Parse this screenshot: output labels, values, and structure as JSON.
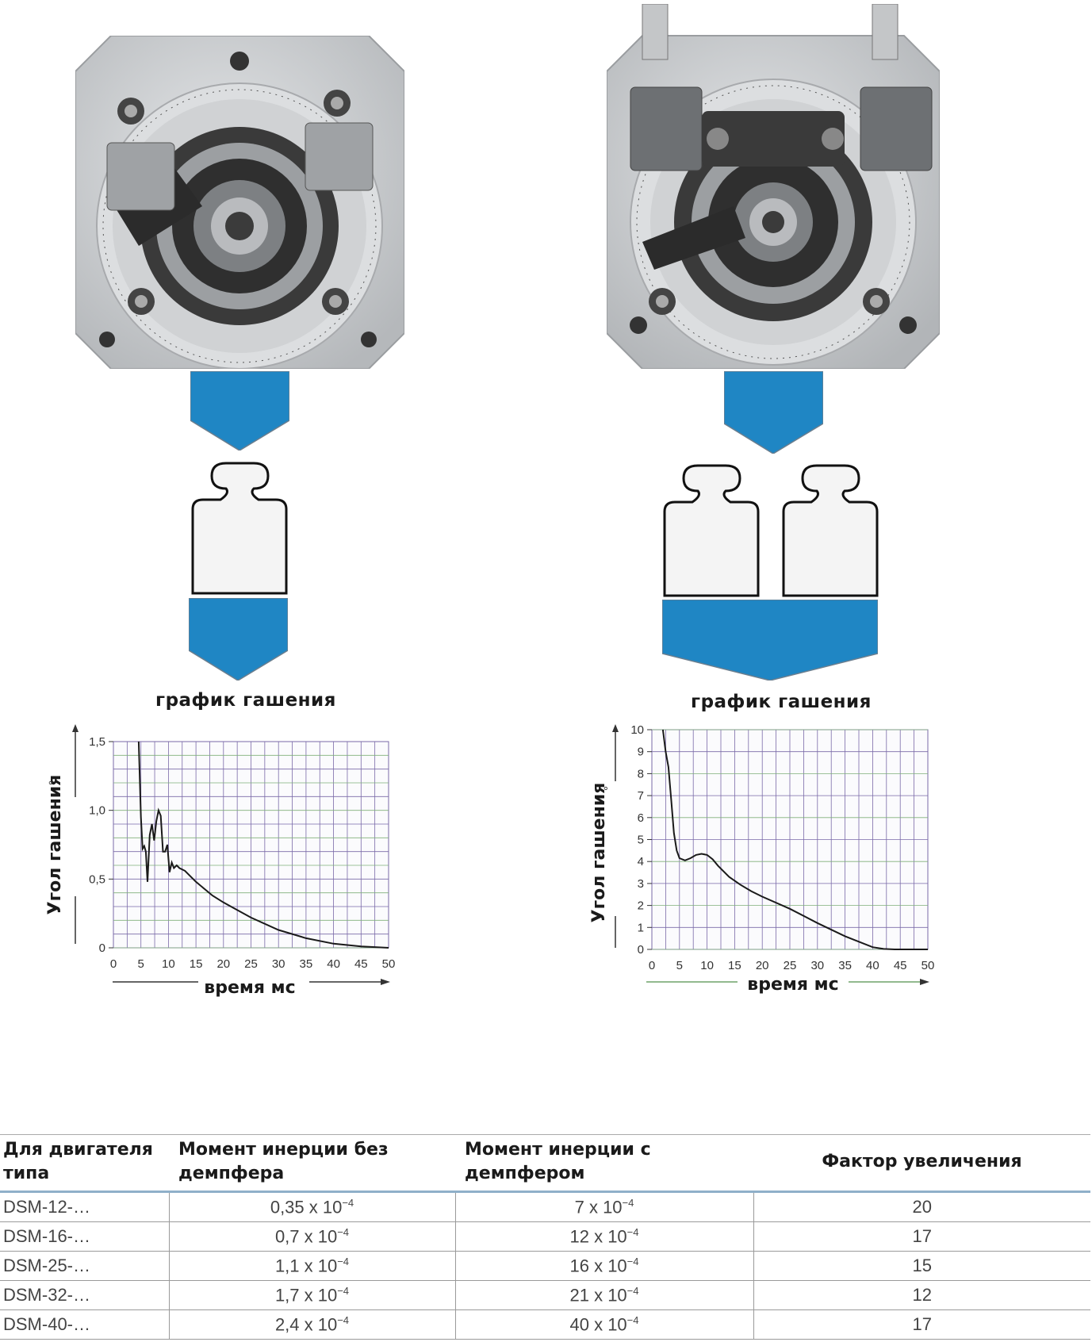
{
  "left_panel": {
    "caption": "график гашения",
    "chart": {
      "ylabel": "Угол гашения",
      "yunit": "°",
      "xlabel": "время мс"
    }
  },
  "right_panel": {
    "caption": "график гашения",
    "chart": {
      "ylabel": "Угол гашения",
      "yunit": "°",
      "xlabel": "время мс"
    }
  },
  "chart_data": [
    {
      "type": "line",
      "title": "график гашения",
      "xlabel": "время мс",
      "ylabel": "Угол гашения °",
      "xlim": [
        0,
        50
      ],
      "ylim": [
        0,
        1.5
      ],
      "xticks": [
        "0",
        "5",
        "10",
        "15",
        "20",
        "25",
        "30",
        "35",
        "40",
        "45",
        "50"
      ],
      "yticks": [
        "0",
        "0,5",
        "1,0",
        "1,5"
      ],
      "grid": true,
      "series": [
        {
          "x": [
            4.6,
            5.0,
            5.3,
            5.6,
            5.9,
            6.2,
            6.6,
            7.0,
            7.4,
            7.8,
            8.2,
            8.6,
            9.0,
            9.4,
            9.8,
            10.2,
            10.6,
            11.0,
            11.5,
            12.0,
            13,
            15,
            18,
            20,
            25,
            30,
            35,
            40,
            45,
            50
          ],
          "y": [
            1.5,
            0.95,
            0.72,
            0.74,
            0.7,
            0.48,
            0.82,
            0.9,
            0.78,
            0.92,
            1.0,
            0.96,
            0.7,
            0.7,
            0.75,
            0.55,
            0.62,
            0.58,
            0.6,
            0.58,
            0.56,
            0.48,
            0.38,
            0.33,
            0.22,
            0.13,
            0.07,
            0.03,
            0.01,
            0.0
          ]
        }
      ]
    },
    {
      "type": "line",
      "title": "график гашения",
      "xlabel": "время мс",
      "ylabel": "Угол гашения °",
      "xlim": [
        0,
        50
      ],
      "ylim": [
        0,
        10
      ],
      "xticks": [
        "0",
        "5",
        "10",
        "15",
        "20",
        "25",
        "30",
        "35",
        "40",
        "45",
        "50"
      ],
      "yticks": [
        "0",
        "1",
        "2",
        "3",
        "4",
        "5",
        "6",
        "7",
        "8",
        "9",
        "10"
      ],
      "grid": true,
      "series": [
        {
          "x": [
            2.0,
            2.5,
            3.0,
            3.5,
            4.0,
            4.5,
            5.0,
            6.0,
            7.0,
            8.0,
            9.0,
            10.0,
            11.0,
            12.0,
            14.0,
            16.0,
            18.0,
            20.0,
            25.0,
            30.0,
            35.0,
            40.0,
            42.0,
            44.0,
            46.0,
            50.0
          ],
          "y": [
            10.0,
            9.0,
            8.3,
            6.8,
            5.3,
            4.5,
            4.15,
            4.05,
            4.15,
            4.3,
            4.35,
            4.3,
            4.1,
            3.8,
            3.3,
            2.95,
            2.65,
            2.4,
            1.85,
            1.2,
            0.6,
            0.1,
            0.02,
            0.0,
            0.0,
            0.0
          ]
        }
      ]
    }
  ],
  "table": {
    "headers": [
      "Для двигателя\nтипа",
      "Момент инерции без\nдемпфера",
      "Момент инерции с\nдемпфером",
      "Фактор увеличения"
    ],
    "rows": [
      {
        "type": "DSM-12-…",
        "without_mant": "0,35 x 10",
        "with_mant": "7 x 10",
        "exp": "−4",
        "factor": "20"
      },
      {
        "type": "DSM-16-…",
        "without_mant": "0,7 x 10",
        "with_mant": "12 x 10",
        "exp": "−4",
        "factor": "17"
      },
      {
        "type": "DSM-25-…",
        "without_mant": "1,1 x 10",
        "with_mant": "16 x 10",
        "exp": "−4",
        "factor": "15"
      },
      {
        "type": "DSM-32-…",
        "without_mant": "1,7 x 10",
        "with_mant": "21 x 10",
        "exp": "−4",
        "factor": "12"
      },
      {
        "type": "DSM-40-…",
        "without_mant": "2,4 x 10",
        "with_mant": "40 x 10",
        "exp": "−4",
        "factor": "17"
      }
    ]
  },
  "colors": {
    "arrow_blue": "#1f86c4",
    "grid_purple": "#7a6aa8",
    "grid_green": "#7fb07a",
    "curve": "#1a1a1a",
    "device_metal": "#c9cbce",
    "device_dark": "#2b2b2b"
  },
  "icons": [
    "rotary-module-without-damper",
    "rotary-module-with-damper",
    "weight-icon",
    "down-arrow-icon"
  ]
}
